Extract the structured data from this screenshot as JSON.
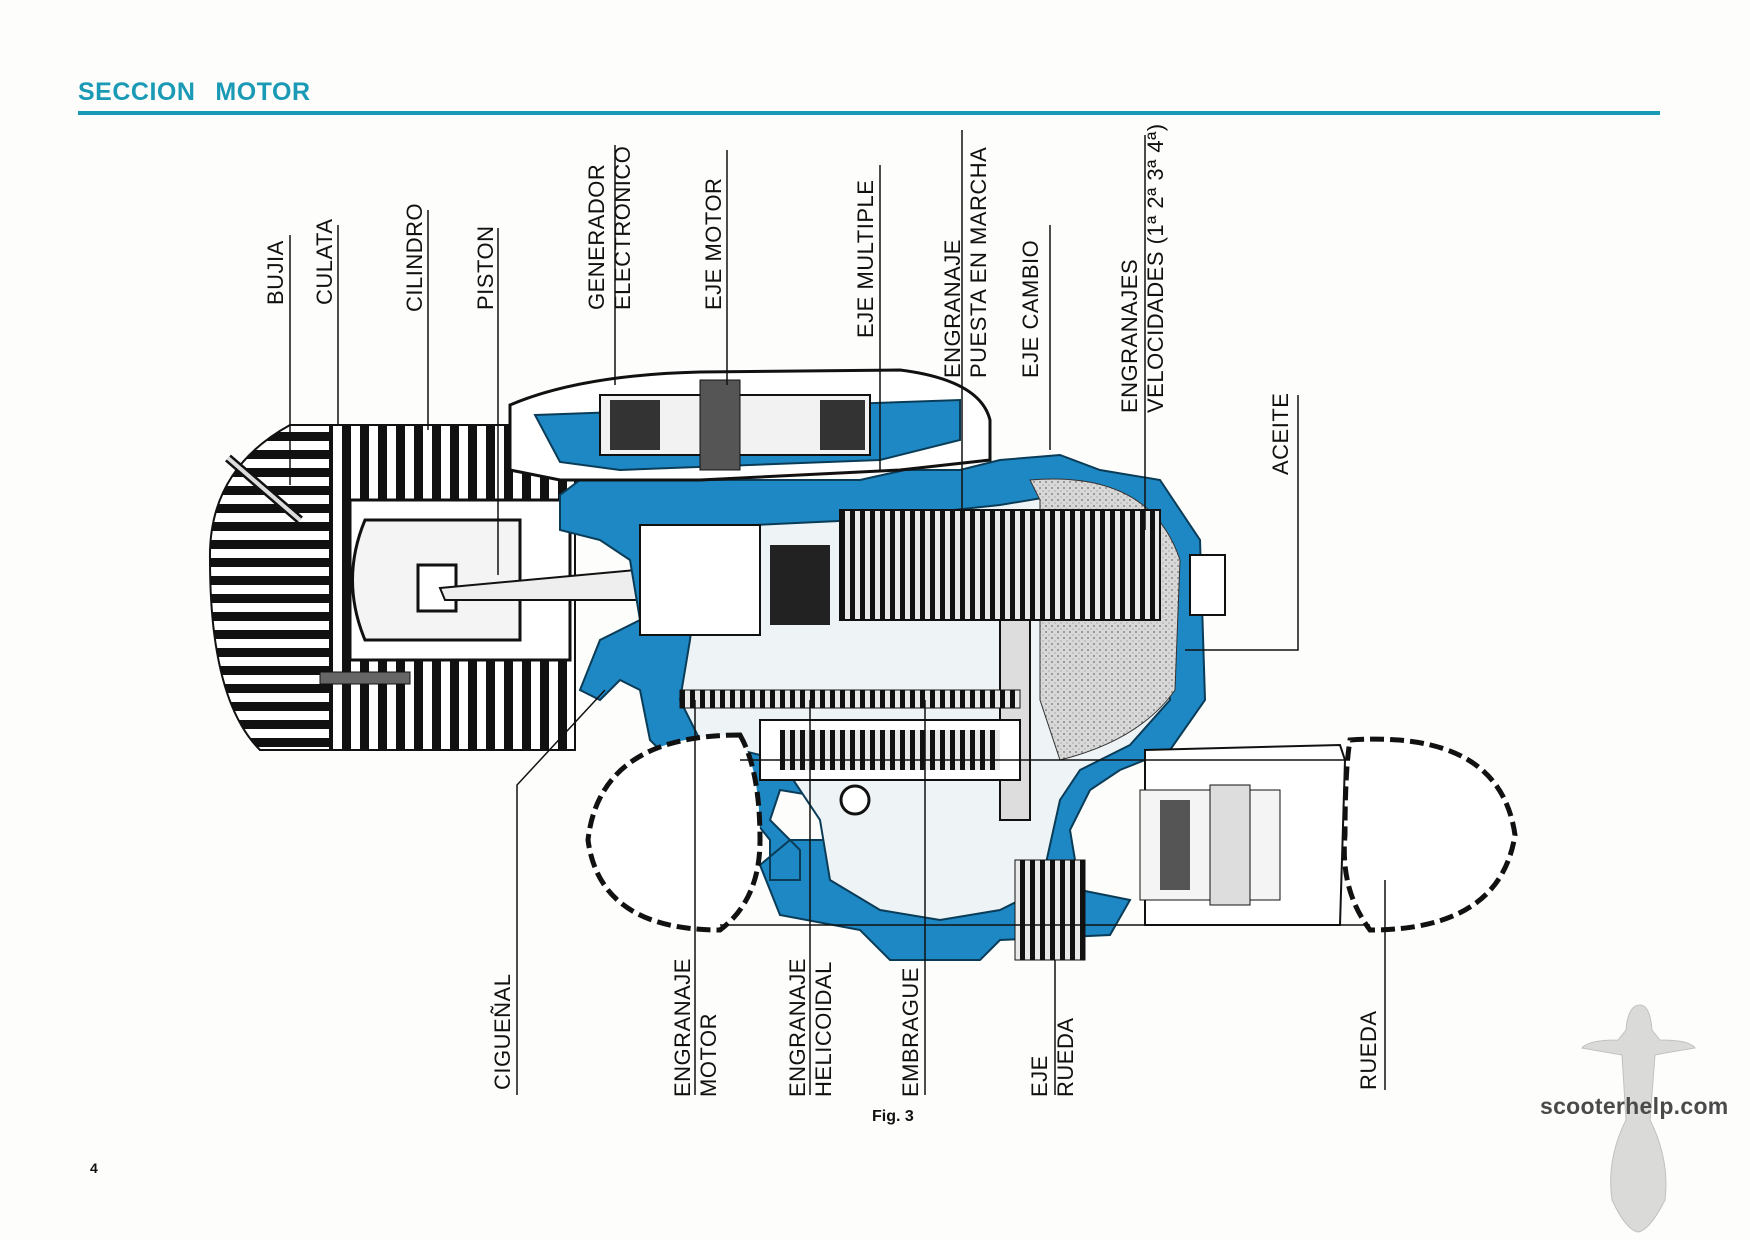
{
  "header": {
    "word1": "SECCION",
    "word2": "MOTOR"
  },
  "labels": {
    "bujia": "BUJIA",
    "culata": "CULATA",
    "cilindro": "CILINDRO",
    "piston": "PISTON",
    "generador_1": "GENERADOR",
    "generador_2": "ELECTRONICO",
    "eje_motor": "EJE  MOTOR",
    "eje_multiple": "EJE  MULTIPLE",
    "engranaje_puesta_1": "ENGRANAJE",
    "engranaje_puesta_2": "PUESTA  EN  MARCHA",
    "eje_cambio": "EJE  CAMBIO",
    "engranajes_vel_1": "ENGRANAJES",
    "engranajes_vel_2": "VELOCIDADES (1ª 2ª 3ª 4ª)",
    "aceite": "ACEITE",
    "ciguenal": "CIGUEÑAL",
    "engranaje_motor_1": "ENGRANAJE",
    "engranaje_motor_2": "MOTOR",
    "engranaje_helicoidal_1": "ENGRANAJE",
    "engranaje_helicoidal_2": "HELICOIDAL",
    "embrague": "EMBRAGUE",
    "eje_rueda_1": "EJE",
    "eje_rueda_2": "RUEDA",
    "rueda": "RUEDA"
  },
  "figure_caption": "Fig. 3",
  "page_number": "4",
  "watermark": "scooterhelp.com",
  "colors": {
    "accent": "#1b9ab6",
    "casing": "#1e88c4"
  }
}
